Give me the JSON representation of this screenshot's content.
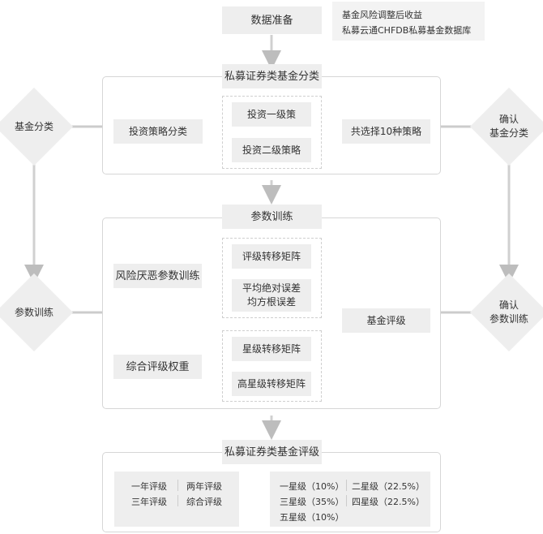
{
  "data_prep": {
    "title": "数据准备",
    "notes": [
      "基金风险调整后收益",
      "私募云通CHFDB私募基金数据库"
    ]
  },
  "classification": {
    "title": "私募证券类基金分类",
    "strategy_label": "投资策略分类",
    "level1": "投资一级策",
    "level2": "投资二级策略",
    "result": "共选择10种策略"
  },
  "training": {
    "title": "参数训练",
    "risk_label": "风险厌恶参数训练",
    "weight_label": "综合评级权重",
    "rating_matrix": "评级转移矩阵",
    "mae_line1": "平均绝对误差",
    "mae_line2": "均方根误差",
    "star_matrix": "星级转移矩阵",
    "high_star_matrix": "高星级转移矩阵",
    "fund_rating": "基金评级"
  },
  "side": {
    "left_top": "基金分类",
    "left_bottom": "参数训练",
    "right_top_line1": "确认",
    "right_top_line2": "基金分类",
    "right_bottom_line1": "确认",
    "right_bottom_line2": "参数训练"
  },
  "rating": {
    "title": "私募证券类基金评级",
    "periods": [
      "一年评级",
      "两年评级",
      "三年评级",
      "综合评级"
    ],
    "stars": [
      "一星级（10%）",
      "二星级（22.5%）",
      "三星级（35%）",
      "四星级（22.5%）",
      "五星级（10%）"
    ]
  },
  "colors": {
    "box": "#eeeeee",
    "line": "#cccccc",
    "arrow": "#c8c8c8"
  }
}
